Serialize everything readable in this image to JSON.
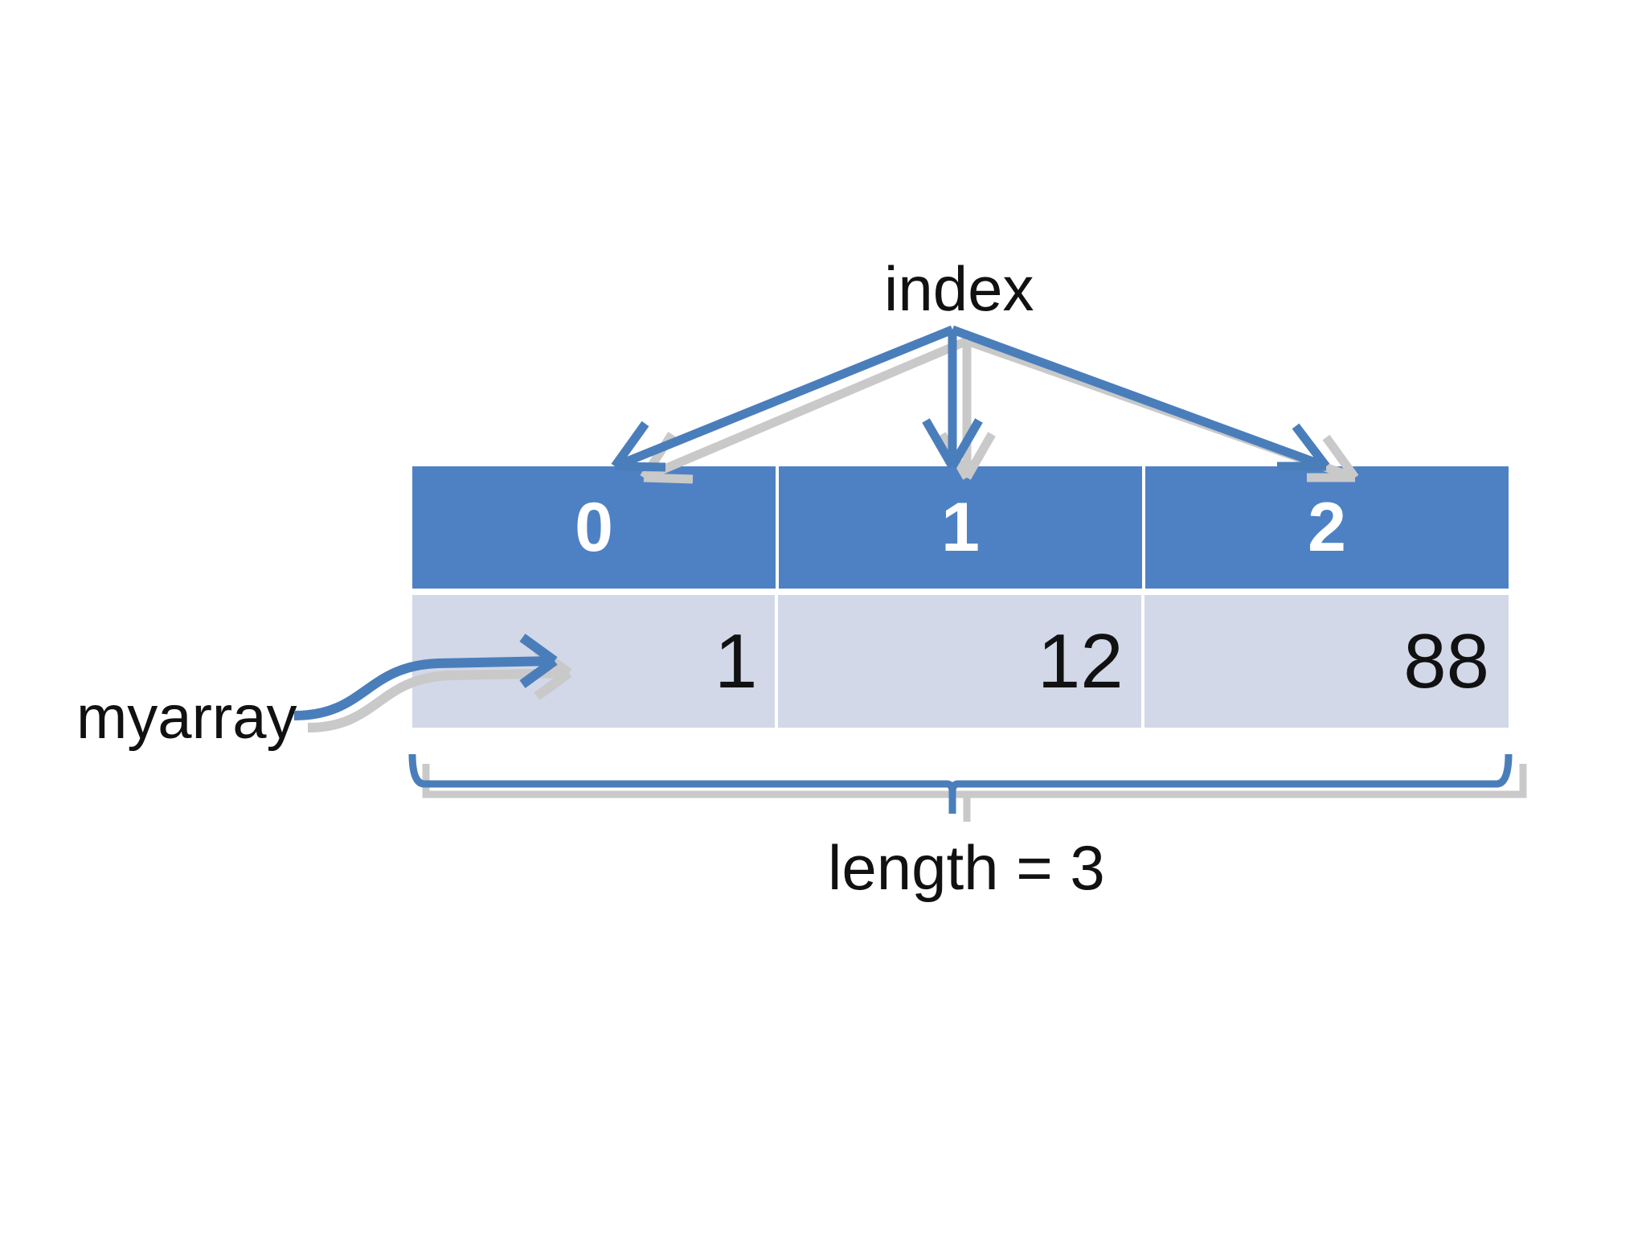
{
  "diagram": {
    "title_label": "index",
    "pointer_label": "myarray",
    "length_label": "length = 3",
    "colors": {
      "index_row_fill": "#4E81C4",
      "value_row_fill": "#D2D8E8",
      "index_text": "#FFFFFF",
      "value_text": "#111111",
      "arrow_blue": "#4A7EBB",
      "shadow_gray": "#C9C9C9",
      "background": "#FFFFFF"
    }
  },
  "array": {
    "indices": [
      "0",
      "1",
      "2"
    ],
    "values": [
      "1",
      "12",
      "88"
    ],
    "length": "3"
  },
  "icons": {
    "index_arrow_left": "arrow-down-left-icon",
    "index_arrow_middle": "arrow-down-icon",
    "index_arrow_right": "arrow-down-right-icon",
    "myarray_arrow": "curved-arrow-right-icon",
    "length_brace": "horizontal-brace-icon"
  }
}
